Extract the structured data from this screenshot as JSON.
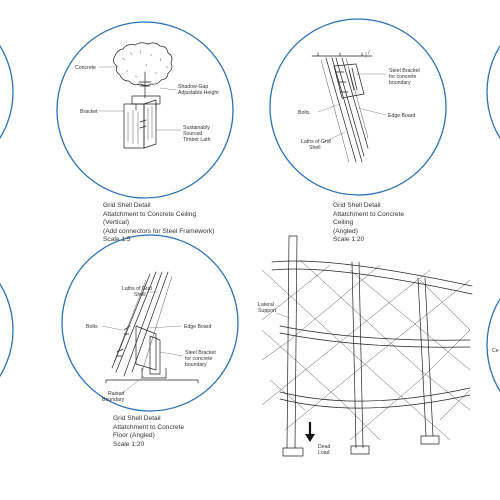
{
  "details": {
    "ceiling_vertical": {
      "labels": {
        "concrete": "Concrete",
        "shadow_gap": [
          "Shadow-Gap",
          "Adjustable Height"
        ],
        "bracket": "Bracket",
        "timber": [
          "Sustainably",
          "Sourced",
          "Timber Lath"
        ]
      },
      "caption": [
        "Grid Shell Detail",
        "Attatchment to Concrete Ceiling",
        "(Vertical)",
        "(Add connectors for Steel Framework)",
        "Scale 1:5"
      ]
    },
    "ceiling_angled": {
      "labels": {
        "steel_bracket": [
          "Steel Bracket",
          "for concrete",
          "boundary"
        ],
        "bolts": "Bolts",
        "edge_board": "Edge Board",
        "laths": [
          "Laths of Grid",
          "Shell"
        ]
      },
      "caption": [
        "Grid Shell Detail",
        "Attatchment to Concrete",
        "Ceiling",
        "(Angled)",
        "Scale 1:20"
      ]
    },
    "floor_angled": {
      "labels": {
        "laths": [
          "Laths of Grid",
          "Shell"
        ],
        "bolts": "Bolts",
        "edge_board": "Edge Board",
        "steel_bracket": [
          "Steel Bracket",
          "for concrete",
          "boundary"
        ],
        "raised_boundary": [
          "Raised",
          "Boundary"
        ]
      },
      "caption": [
        "Grid Shell Detail",
        "Attatchment to Concrete",
        "Floor (Angled)",
        "Scale 1:20"
      ]
    },
    "frame": {
      "labels": {
        "lateral_support": [
          "Lateral",
          "Support"
        ],
        "dead_load": [
          "Dead",
          "Load"
        ]
      }
    },
    "partial_right_label": "Ce"
  },
  "colors": {
    "circle": "#2b72b5",
    "ink": "#222222"
  }
}
